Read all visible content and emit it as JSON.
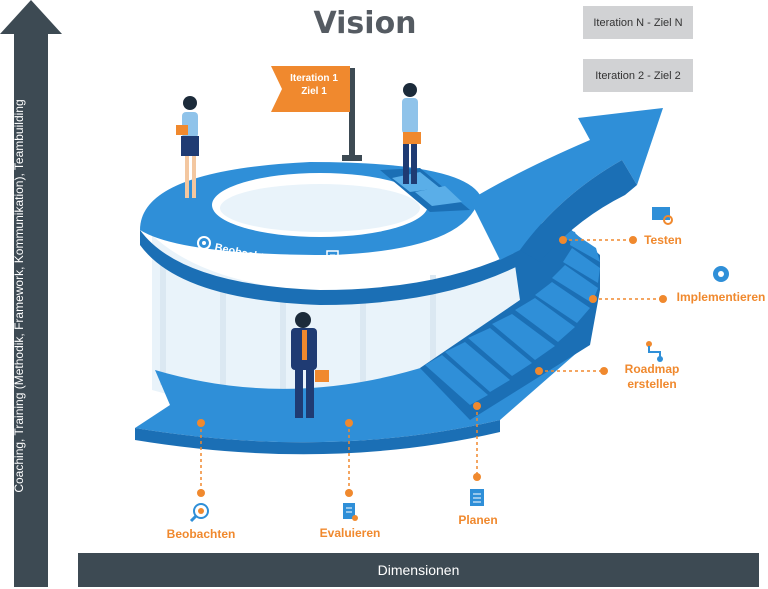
{
  "title": "Vision",
  "iterations": {
    "top": "Iteration N - Ziel N",
    "second": "Iteration 2 - Ziel 2"
  },
  "flag": {
    "line1": "Iteration 1",
    "line2": "Ziel 1"
  },
  "ring_labels": {
    "beobachten": "Beobachten",
    "evaluieren": "Evaluieren ..."
  },
  "bottom_labels": {
    "beobachten": "Beobachten",
    "evaluieren": "Evaluieren",
    "planen": "Planen"
  },
  "right_labels": {
    "testen": "Testen",
    "implementieren": "Implementieren",
    "roadmap_line1": "Roadmap",
    "roadmap_line2": "erstellen"
  },
  "x_axis_label": "Dimensionen",
  "y_axis_label": "Coaching, Training (Methodik, Framework, Kommunikation), Teambuilding",
  "colors": {
    "blue": "#2f8fd8",
    "blue_dark": "#1b6fb5",
    "orange": "#f0892e",
    "dark": "#3d4a53",
    "gray": "#d1d2d4"
  }
}
